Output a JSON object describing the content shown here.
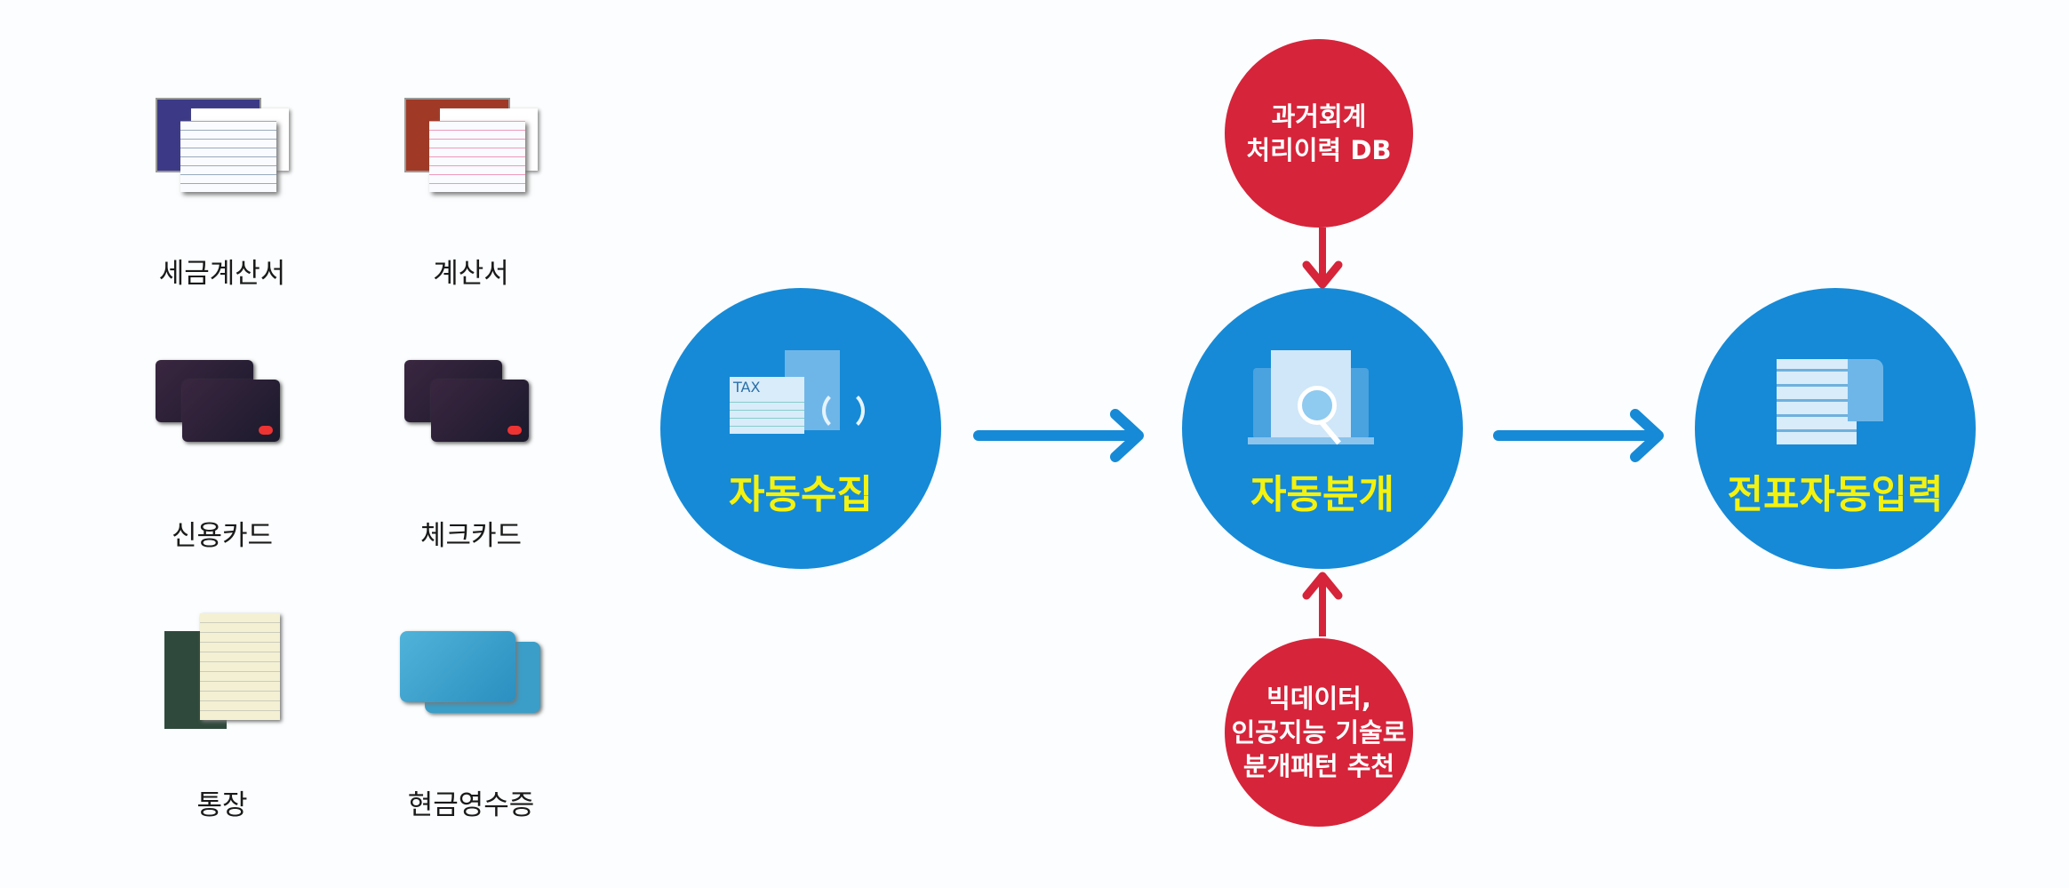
{
  "sources": [
    {
      "label": "세금계산서",
      "icon": "tax-invoice-icon"
    },
    {
      "label": "계산서",
      "icon": "invoice-icon"
    },
    {
      "label": "신용카드",
      "icon": "credit-card-icon"
    },
    {
      "label": "체크카드",
      "icon": "check-card-icon"
    },
    {
      "label": "통장",
      "icon": "bankbook-icon"
    },
    {
      "label": "현금영수증",
      "icon": "cash-receipt-icon"
    }
  ],
  "steps": [
    {
      "title": "자동수집",
      "icon": "tax-document-sync-icon",
      "icon_text": "TAX"
    },
    {
      "title": "자동분개",
      "icon": "laptop-search-icon"
    },
    {
      "title": "전표자동입력",
      "icon": "receipt-icon"
    }
  ],
  "inputs": {
    "top": {
      "line1": "과거회계",
      "line2": "처리이력 DB"
    },
    "bottom": {
      "line1": "빅데이터,",
      "line2": "인공지능 기술로",
      "line3": "분개패턴 추천"
    }
  },
  "colors": {
    "blue": "#168ad6",
    "red": "#d6243a",
    "yellow": "#f4f20f"
  }
}
